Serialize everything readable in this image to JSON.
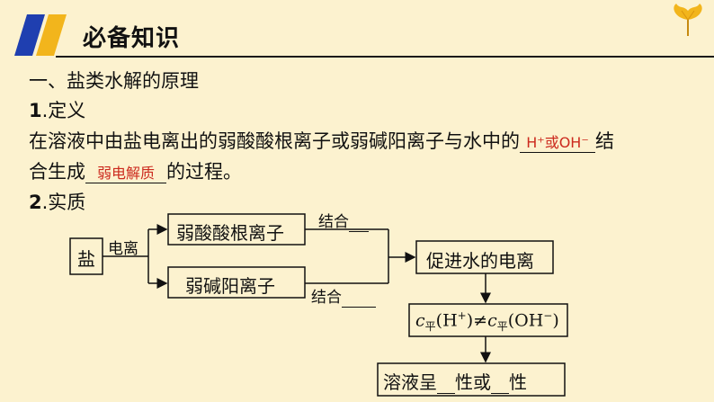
{
  "header": {
    "title": "必备知识"
  },
  "colors": {
    "background": "#fcf2cf",
    "logo_blue": "#1f3fb0",
    "logo_yellow": "#f2b51c",
    "answer_red": "#cc2a1e"
  },
  "section": {
    "heading": "一、盐类水解的原理",
    "definition_title_num": "1",
    "definition_title_text": ".定义",
    "definition_line1_before": "在溶液中由盐电离出的弱酸酸根离子或弱碱阳离子与水中的",
    "definition_blank1": "H⁺或OH⁻",
    "definition_line1_after": "结",
    "definition_line2_before": "合生成",
    "definition_blank2": "弱电解质",
    "definition_line2_after": "的过程。",
    "essence_title_num": "2",
    "essence_title_text": ".实质"
  },
  "diagram": {
    "salt": "盐",
    "ionize": "电离",
    "weak_acid_anion": "弱酸酸根离子",
    "weak_base_cation": "弱碱阳离子",
    "combine_top": "结合",
    "combine_bottom": "结合",
    "promote": "促进水的电离",
    "formula_c": "c",
    "formula_sub": "平",
    "formula_h": "(H",
    "formula_plus": "+",
    "formula_neq": ")≠",
    "formula_oh": "(OH",
    "formula_minus": "−",
    "formula_close": ")",
    "result_before": "溶液呈",
    "result_middle": "性或",
    "result_after": "性"
  }
}
